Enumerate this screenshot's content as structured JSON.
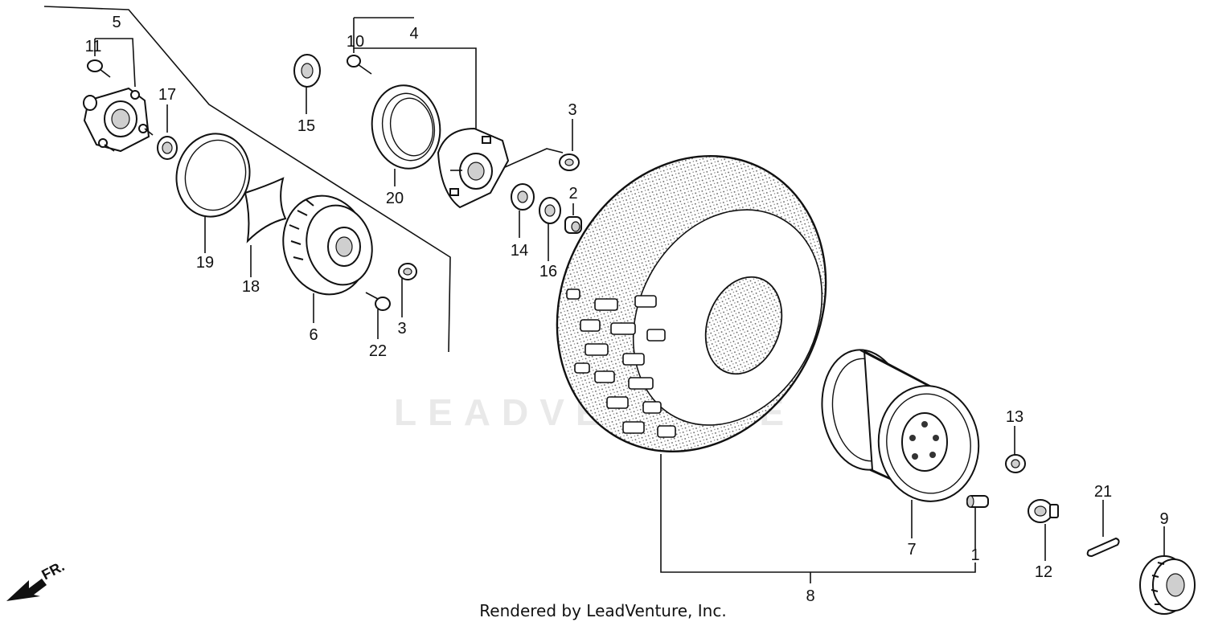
{
  "diagram": {
    "watermark": "LEADVENTURE",
    "credit": "Rendered by LeadVenture, Inc.",
    "direction_label": "FR.",
    "callouts": {
      "p1": "1",
      "p2": "2",
      "p3a": "3",
      "p3b": "3",
      "p4": "4",
      "p5": "5",
      "p6": "6",
      "p7": "7",
      "p8": "8",
      "p9": "9",
      "p10": "10",
      "p11": "11",
      "p12": "12",
      "p13": "13",
      "p14": "14",
      "p15": "15",
      "p16": "16",
      "p17": "17",
      "p18": "18",
      "p19": "19",
      "p20": "20",
      "p21": "21",
      "p22": "22"
    }
  }
}
